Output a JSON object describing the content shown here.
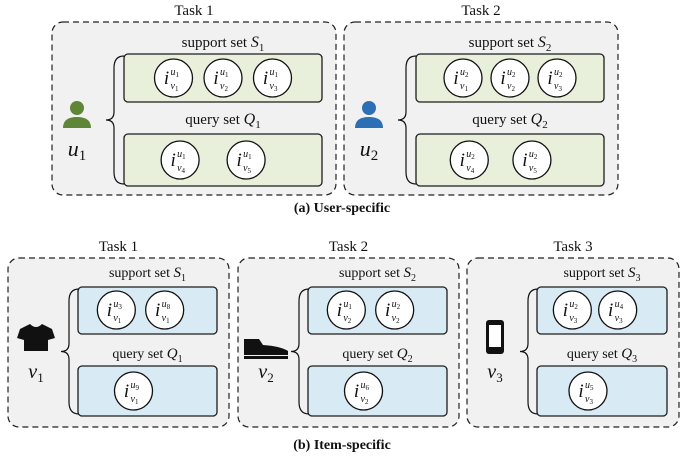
{
  "panel_a": {
    "caption": "(a) User-specific",
    "tasks": [
      {
        "title": "Task 1",
        "entity": "u",
        "entity_sub": "1",
        "entity_icon": "user-icon",
        "icon_color": "#5f8537",
        "support_label": "support set",
        "support_sym": "S",
        "support_sub": "1",
        "query_label": "query set",
        "query_sym": "Q",
        "query_sub": "1",
        "support_nodes": [
          [
            "u",
            "1",
            "v",
            "1"
          ],
          [
            "u",
            "1",
            "v",
            "2"
          ],
          [
            "u",
            "1",
            "v",
            "3"
          ]
        ],
        "query_nodes": [
          [
            "u",
            "1",
            "v",
            "4"
          ],
          [
            "u",
            "1",
            "v",
            "5"
          ]
        ]
      },
      {
        "title": "Task 2",
        "entity": "u",
        "entity_sub": "2",
        "entity_icon": "user-icon",
        "icon_color": "#2d6fb5",
        "support_label": "support set",
        "support_sym": "S",
        "support_sub": "2",
        "query_label": "query set",
        "query_sym": "Q",
        "query_sub": "2",
        "support_nodes": [
          [
            "u",
            "2",
            "v",
            "1"
          ],
          [
            "u",
            "2",
            "v",
            "2"
          ],
          [
            "u",
            "2",
            "v",
            "3"
          ]
        ],
        "query_nodes": [
          [
            "u",
            "2",
            "v",
            "4"
          ],
          [
            "u",
            "2",
            "v",
            "5"
          ]
        ]
      }
    ]
  },
  "panel_b": {
    "caption": "(b) Item-specific",
    "tasks": [
      {
        "title": "Task 1",
        "entity": "v",
        "entity_sub": "1",
        "entity_icon": "tshirt-icon",
        "support_label": "support set",
        "support_sym": "S",
        "support_sub": "1",
        "query_label": "query set",
        "query_sym": "Q",
        "query_sub": "1",
        "support_nodes": [
          [
            "u",
            "3",
            "v",
            "1"
          ],
          [
            "u",
            "8",
            "v",
            "1"
          ]
        ],
        "query_nodes": [
          [
            "u",
            "9",
            "v",
            "1"
          ]
        ]
      },
      {
        "title": "Task 2",
        "entity": "v",
        "entity_sub": "2",
        "entity_icon": "shoe-icon",
        "support_label": "support set",
        "support_sym": "S",
        "support_sub": "2",
        "query_label": "query set",
        "query_sym": "Q",
        "query_sub": "2",
        "support_nodes": [
          [
            "u",
            "1",
            "v",
            "2"
          ],
          [
            "u",
            "2",
            "v",
            "2"
          ]
        ],
        "query_nodes": [
          [
            "u",
            "6",
            "v",
            "2"
          ]
        ]
      },
      {
        "title": "Task 3",
        "entity": "v",
        "entity_sub": "3",
        "entity_icon": "phone-icon",
        "support_label": "support set",
        "support_sym": "S",
        "support_sub": "3",
        "query_label": "query set",
        "query_sym": "Q",
        "query_sub": "3",
        "support_nodes": [
          [
            "u",
            "2",
            "v",
            "3"
          ],
          [
            "u",
            "4",
            "v",
            "3"
          ]
        ],
        "query_nodes": [
          [
            "u",
            "5",
            "v",
            "3"
          ]
        ]
      }
    ]
  },
  "colors": {
    "green_fill": "#e8efdb",
    "blue_fill": "#d8eaf4",
    "frame_fill": "#f1f1f1"
  }
}
